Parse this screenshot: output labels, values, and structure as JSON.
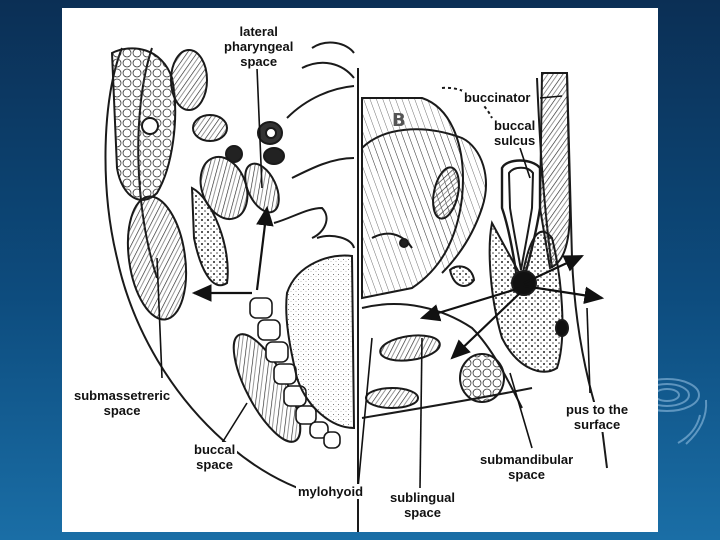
{
  "diagram": {
    "section_letter": "B",
    "labels": {
      "lateral_pharyngeal": "lateral\npharyngeal\nspace",
      "buccinator": "buccinator",
      "buccal_sulcus": "buccal\nsulcus",
      "submassetreric": "submassetreric\nspace",
      "buccal_space": "buccal\nspace",
      "mylohyoid": "mylohyoid",
      "sublingual": "sublingual\nspace",
      "submandibular": "submandibular\nspace",
      "pus_to_surface": "pus to the\nsurface"
    },
    "colors": {
      "slide_top": "#0b2f55",
      "slide_bottom": "#1a6ea6",
      "panel": "#ffffff",
      "ink": "#1a1a1a"
    }
  }
}
